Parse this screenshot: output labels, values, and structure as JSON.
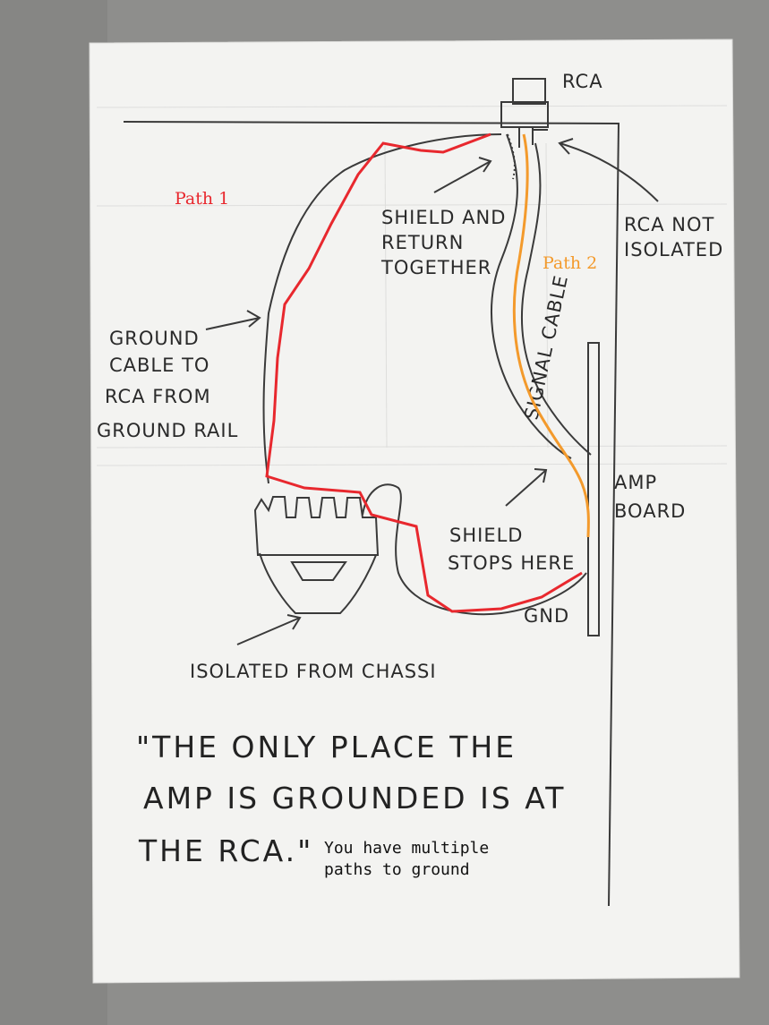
{
  "colors": {
    "path1": "#e8282e",
    "path2": "#f39a2c",
    "pencil": "#3a3a3a",
    "paper": "#f4f4f2"
  },
  "labels": {
    "rca": "RCA",
    "path1": "Path 1",
    "path2": "Path 2",
    "shield_return": [
      "SHIELD AND",
      "RETURN",
      "TOGETHER"
    ],
    "rca_not_isolated": [
      "RCA NOT",
      "ISOLATED"
    ],
    "ground_cable": [
      "GROUND",
      "CABLE TO",
      "RCA FROM",
      "GROUND RAIL"
    ],
    "signal_cable": "SIGNAL CABLE",
    "amp_board": [
      "AMP",
      "BOARD"
    ],
    "shield_stops": [
      "SHIELD",
      "STOPS HERE"
    ],
    "gnd": "GND",
    "isolated_chassi": "ISOLATED FROM CHASSI"
  },
  "quote": {
    "line1": "\"THE ONLY PLACE THE",
    "line2": "AMP IS GROUNDED IS AT",
    "line3": "THE RCA.\""
  },
  "annotation": {
    "line1": "You have multiple",
    "line2": "paths to ground"
  }
}
